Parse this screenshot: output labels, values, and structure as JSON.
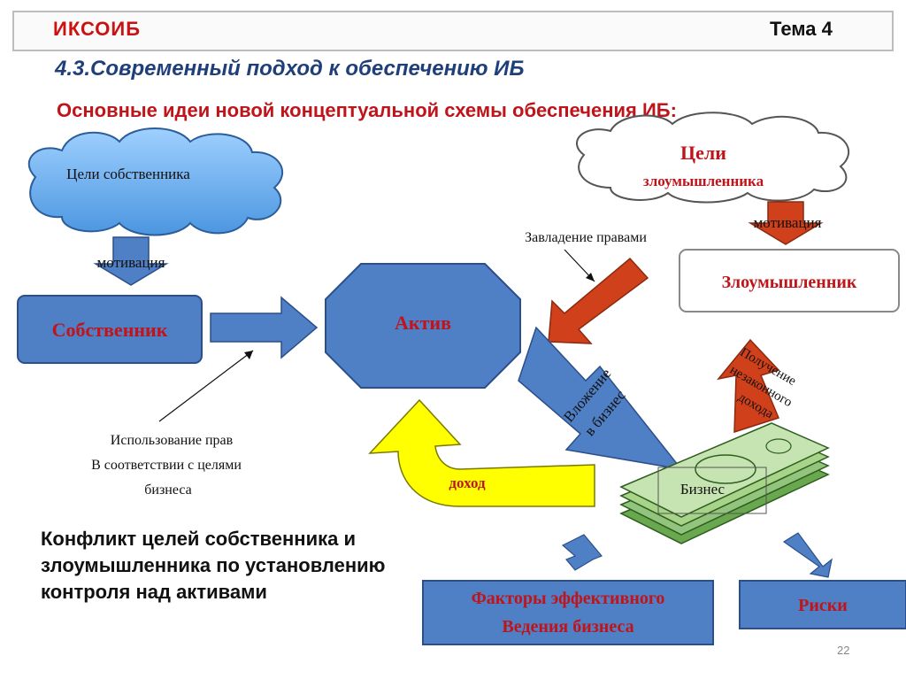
{
  "header": {
    "org": "ИКСОИБ",
    "topic": "Тема 4"
  },
  "title": "4.3.Современный подход к обеспечению ИБ",
  "subtitle": "Основные идеи новой концептуальной схемы обеспечения ИБ:",
  "nodes": {
    "owner_goals": "Цели собственника",
    "attacker_goals_line1": "Цели",
    "attacker_goals_line2": "злоумышленника",
    "owner": "Собственник",
    "asset": "Актив",
    "attacker": "Злоумышленник",
    "business": "Бизнес",
    "factors_line1": "Факторы эффективного",
    "factors_line2": "Ведения бизнеса",
    "risks": "Риски"
  },
  "labels": {
    "motivation_left": "мотивация",
    "motivation_right": "мотивация",
    "seizure": "Завладение правами",
    "usage_line1": "Использование прав",
    "usage_line2": "В соответствии с целями",
    "usage_line3": "бизнеса",
    "income": "доход",
    "investment_line1": "Вложение",
    "investment_line2": "в бизнес",
    "illegal_line1": "Получение",
    "illegal_line2": "незаконного",
    "illegal_line3": "дохода"
  },
  "conflict_text": "Конфликт целей собственника и злоумышленника по установлению контроля над активами",
  "page_number": "22",
  "colors": {
    "blue_fill": "#4f7fc4",
    "blue_stroke": "#2b4f8a",
    "red_text": "#c0141b",
    "red_arrow": "#d0401a",
    "yellow_arrow": "#ffff00",
    "cloud_blue": "#5ba3e6",
    "money_green": "#a8d48a"
  }
}
